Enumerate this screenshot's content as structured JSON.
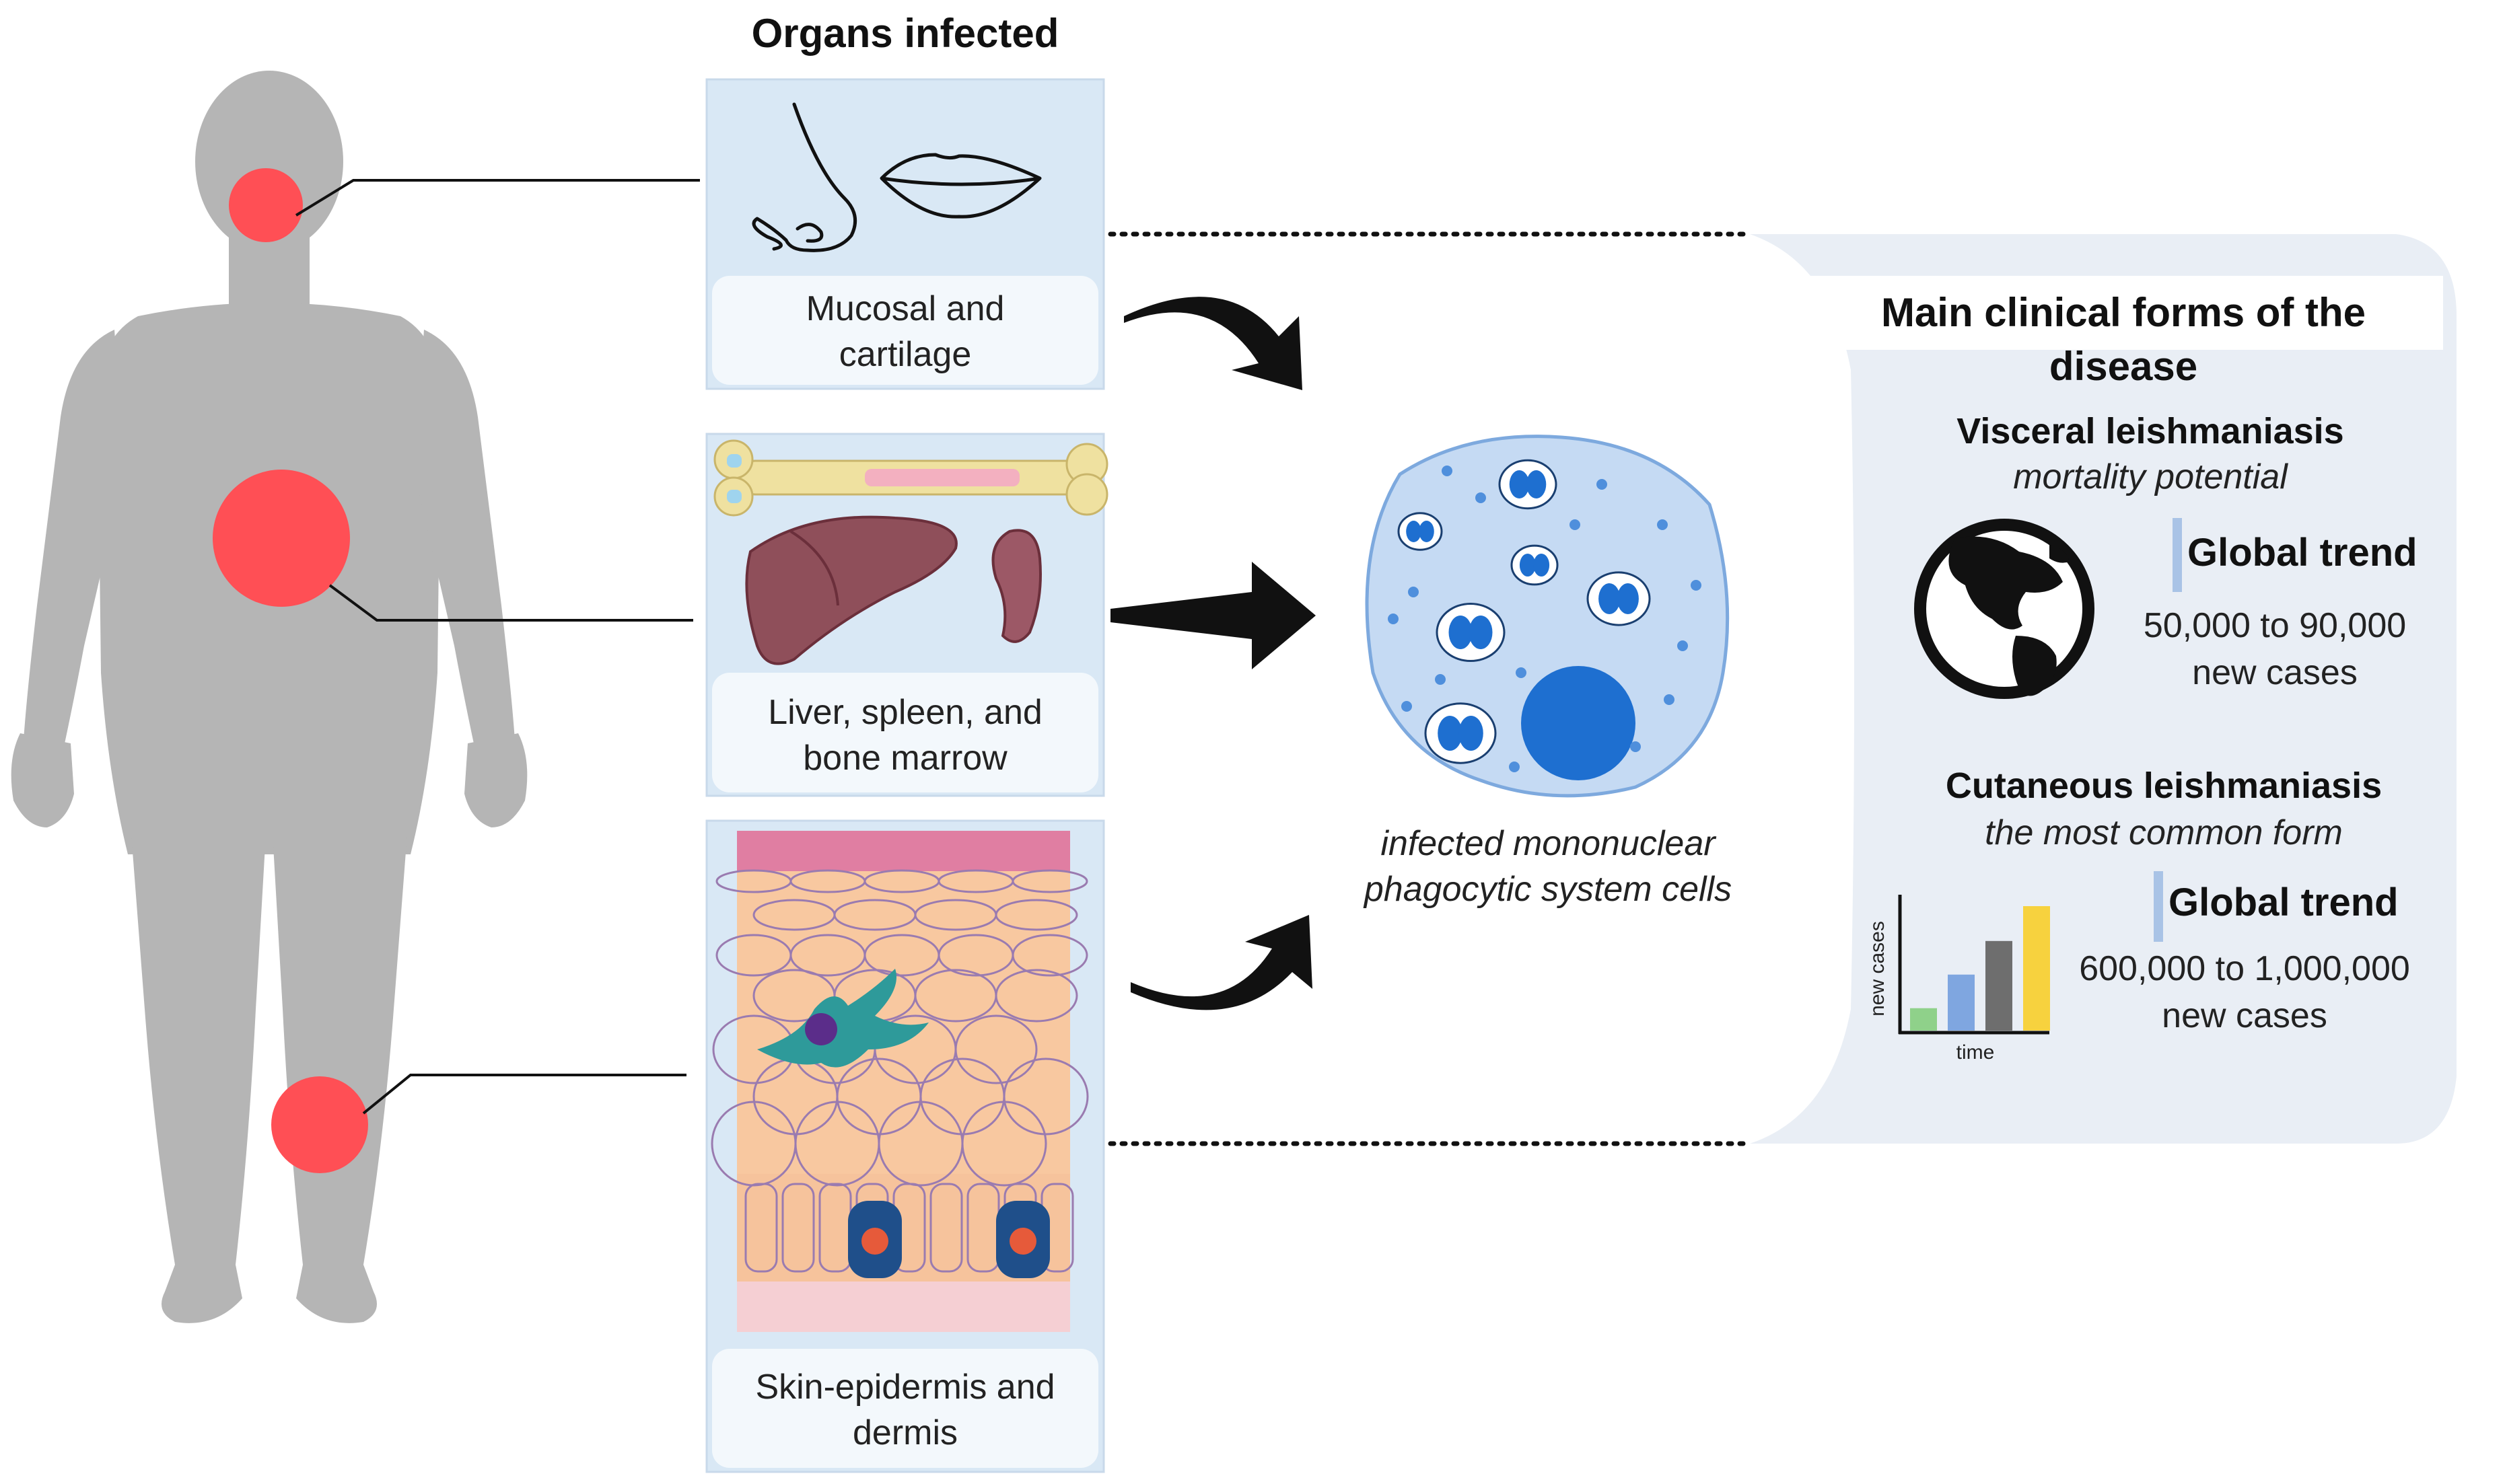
{
  "organs_title": "Organs infected",
  "organs": [
    {
      "key": "mucosal",
      "label_line1": "Mucosal and",
      "label_line2": "cartilage"
    },
    {
      "key": "visceral",
      "label_line1": "Liver, spleen, and",
      "label_line2": "bone marrow"
    },
    {
      "key": "skin",
      "label_line1": "Skin-epidermis and",
      "label_line2": "dermis"
    }
  ],
  "cell_caption_line1": "infected mononuclear",
  "cell_caption_line2": "phagocytic system cells",
  "clinical_title": "Main clinical forms of the disease",
  "visceral": {
    "name": "Visceral leishmaniasis",
    "subtitle": "mortality potential",
    "trend_label": "Global trend",
    "cases_line1": "50,000 to 90,000",
    "cases_line2": "new cases"
  },
  "cutaneous": {
    "name": "Cutaneous leishmaniasis",
    "subtitle": "the most common form",
    "trend_label": "Global trend",
    "cases_line1": "600,000 to 1,000,000",
    "cases_line2": "new cases"
  },
  "mini_chart": {
    "xlabel": "time",
    "ylabel": "new cases",
    "bars": [
      {
        "value": 0.18,
        "color": "#8fd18a"
      },
      {
        "value": 0.45,
        "color": "#7fa6e0"
      },
      {
        "value": 0.72,
        "color": "#6e6e6e"
      },
      {
        "value": 1.0,
        "color": "#f7d23e"
      }
    ]
  },
  "colors": {
    "body": "#b5b5b5",
    "hotspot": "#ff4f55",
    "panel": "#d9e8f5",
    "panel_label_bg": "#f3f8fc",
    "clinical_panel": "#e9eef5",
    "cell_fill": "#c5daf3",
    "cell_border": "#7da9de",
    "parasite": "#1e6fd0",
    "nucleus": "#1e6fd0"
  }
}
